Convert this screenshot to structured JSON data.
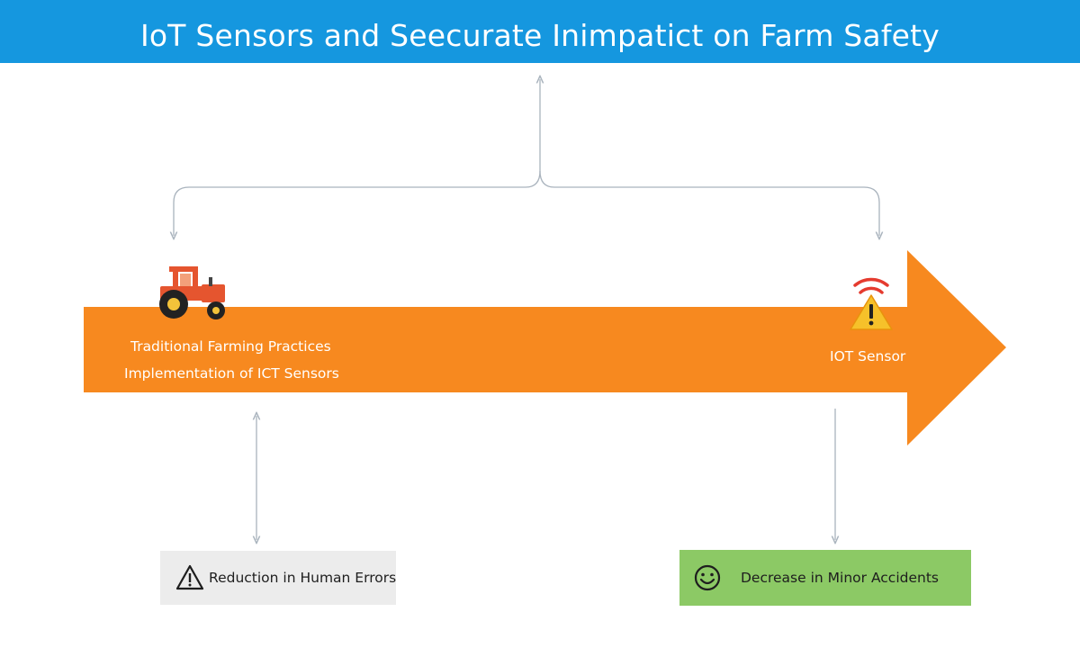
{
  "header": {
    "title": "IoT Sensors and Seecurate Inimpatict on Farm Safety"
  },
  "arrow": {
    "label_line1": "Traditional Farming Practices",
    "label_line2": "Implementation of ICT Sensors",
    "end_label": "IOT Sensor"
  },
  "icons": {
    "start": "tractor-icon",
    "end": "wifi-warning-sensor-icon",
    "box_left": "warning-triangle-icon",
    "box_right": "smiley-face-icon"
  },
  "outcomes": {
    "left": {
      "label": "Reduction in Human Errors"
    },
    "right": {
      "label": "Decrease in Minor Accidents"
    }
  },
  "colors": {
    "header": "#1597df",
    "arrow": "#f7891f",
    "connector": "#a9b3bd",
    "box_left": "#ececec",
    "box_right": "#8cc965",
    "tractor": "#e5552f",
    "sensor_signal": "#e53b2f",
    "sensor_warning": "#f6c12a"
  }
}
